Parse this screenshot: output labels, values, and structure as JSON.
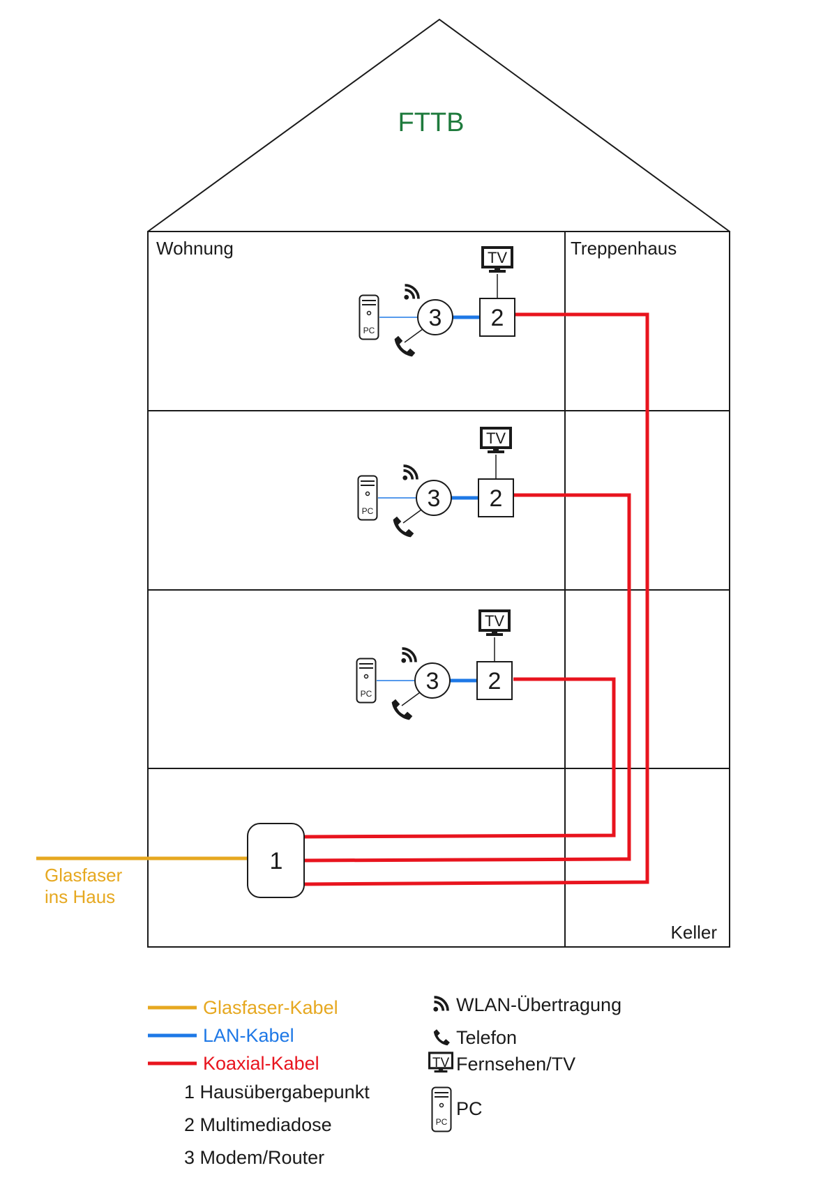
{
  "title": "FTTB",
  "rooms": {
    "wohnung": "Wohnung",
    "treppenhaus": "Treppenhaus",
    "keller": "Keller"
  },
  "glasfaser_label": [
    "Glasfaser",
    "ins Haus"
  ],
  "node_labels": {
    "hup": "1",
    "mmd": "2",
    "router": "3"
  },
  "icons": {
    "tv": "TV",
    "pc": "PC"
  },
  "legend": {
    "cables": [
      {
        "label": "Glasfaser-Kabel",
        "color": "#e6a820"
      },
      {
        "label": "LAN-Kabel",
        "color": "#1e78e6"
      },
      {
        "label": "Koaxial-Kabel",
        "color": "#e8141e"
      }
    ],
    "numbers": [
      "1 Hausübergabepunkt",
      "2 Multimediadose",
      "3 Modem/Router"
    ],
    "symbols": [
      {
        "icon": "wifi-icon",
        "label": "WLAN-Übertragung"
      },
      {
        "icon": "phone-icon",
        "label": "Telefon"
      },
      {
        "icon": "tv-icon",
        "label": "Fernsehen/TV"
      },
      {
        "icon": "pc-icon",
        "label": "PC"
      }
    ]
  },
  "colors": {
    "title": "#1e7a3c",
    "fiber": "#e6a820",
    "lan": "#1e78e6",
    "coax": "#e8141e",
    "outline": "#1a1a1a"
  }
}
